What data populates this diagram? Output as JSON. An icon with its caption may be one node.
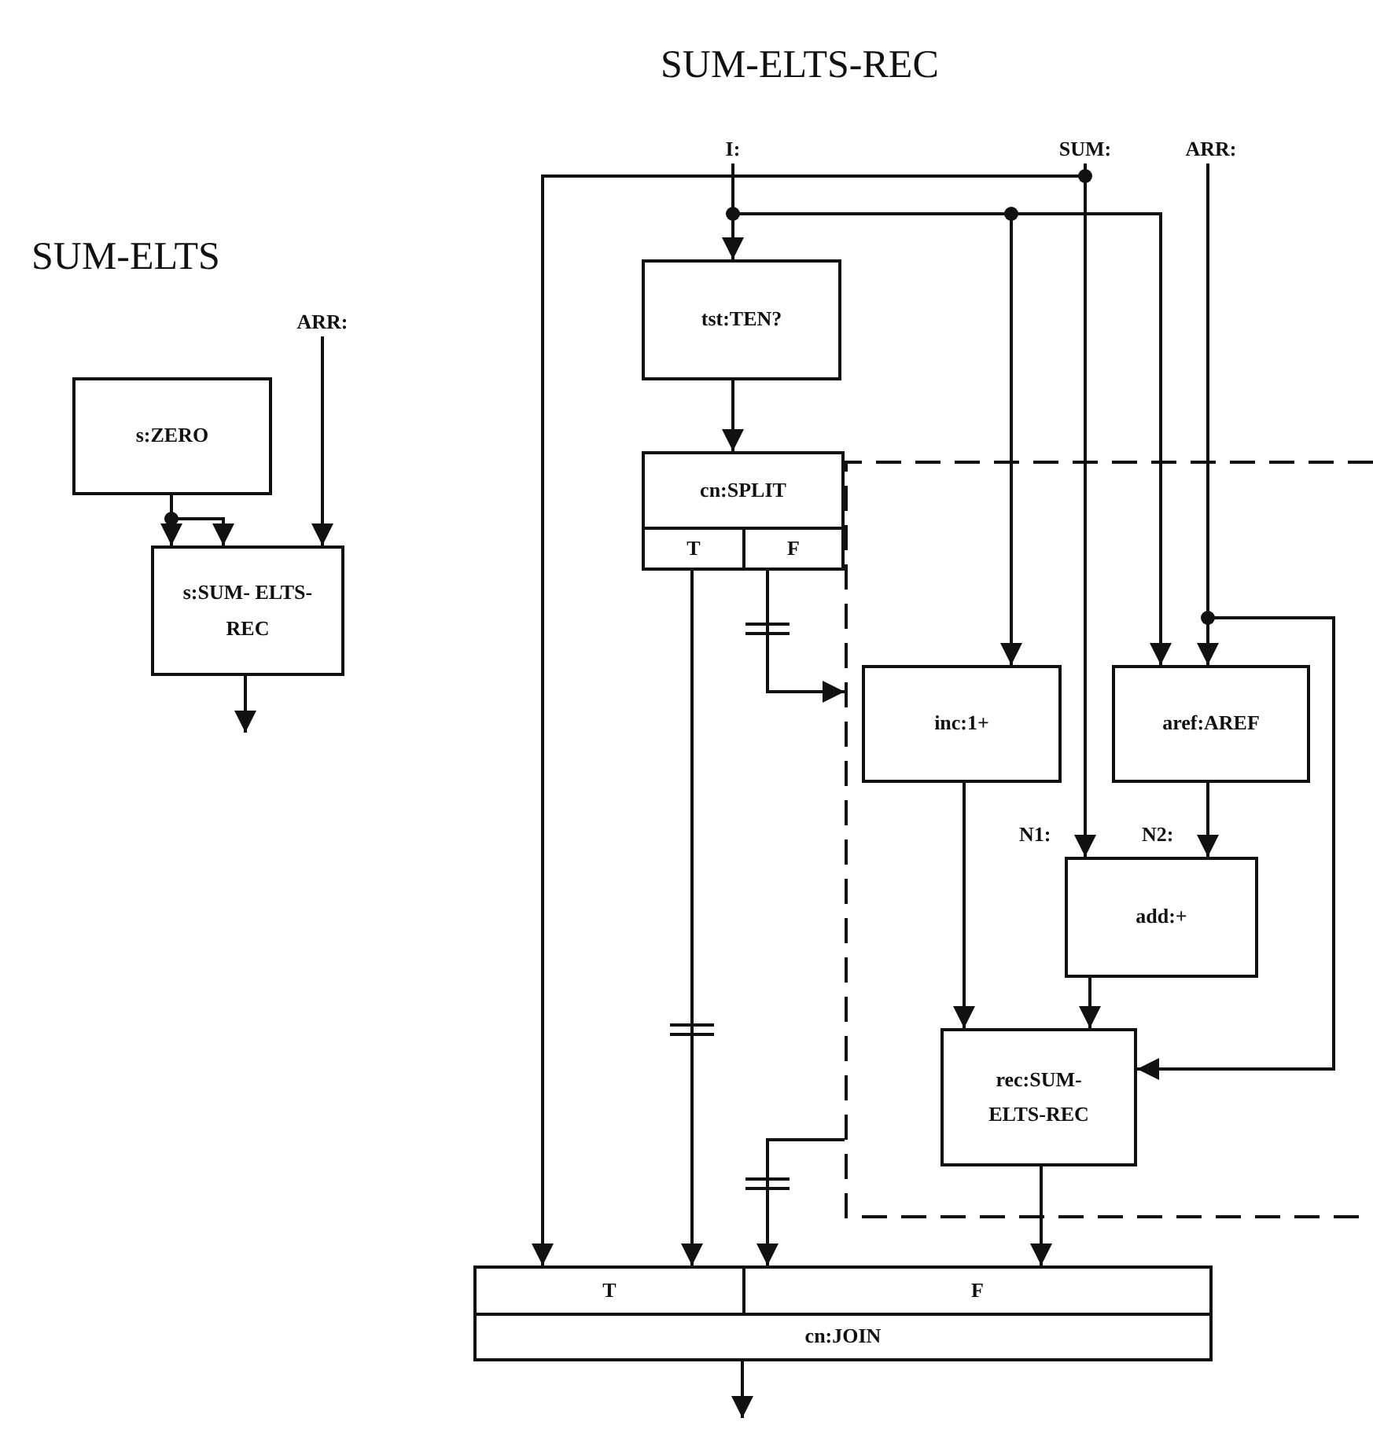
{
  "diagram": {
    "title": "SUM-ELTS-REC",
    "nodes": [
      {
        "text": [
          "ARR:"
        ]
      },
      {
        "text": [
          "s:ZERO"
        ]
      },
      {
        "text": [
          "s:SUM- ELTS-REC"
        ]
      },
      {
        "text": [
          "I:"
        ]
      },
      {
        "text": [
          "SUM:"
        ]
      },
      {
        "text": [
          "ARR:"
        ]
      },
      {
        "text": [
          "tst:TEN?"
        ]
      },
      {
        "text": [
          "cn:SPLIT"
        ]
      },
      {
        "text": [
          "T"
        ],
        "in": 7
      },
      {
        "text": [
          "F"
        ],
        "in": 7
      },
      {
        "text": [],
        "shape": "box"
      },
      {
        "text": [
          "inc:1+"
        ],
        "in": 10
      },
      {
        "text": [
          "aref:AREF"
        ],
        "in": 10
      },
      {
        "text": [
          "add:+"
        ],
        "in": 10
      },
      {
        "text": [
          "rec:SUM- ELTS-REC"
        ],
        "in": 10
      },
      {
        "text": [
          "cn:JOIN"
        ]
      },
      {
        "text": [
          "T"
        ],
        "in": 15
      },
      {
        "text": [
          "F"
        ],
        "in": 15
      }
    ],
    "edges": [
      {
        "from": 1,
        "to": 2,
        "arrow": "to"
      },
      {
        "from": 1,
        "to": 2,
        "arrow": "to"
      },
      {
        "from": 0,
        "to": 2,
        "arrow": "to"
      },
      {
        "from": 2,
        "to": null,
        "arrow": "to"
      },
      {
        "from": 3,
        "to": 6,
        "arrow": "to"
      },
      {
        "from": 3,
        "to": 11,
        "arrow": "to"
      },
      {
        "from": 3,
        "to": 12,
        "arrow": "to"
      },
      {
        "from": 4,
        "to": 16,
        "arrow": "to"
      },
      {
        "from": 4,
        "to": 13,
        "arrow": "to"
      },
      {
        "from": 5,
        "to": 12,
        "arrow": "to"
      },
      {
        "from": 5,
        "to": 14,
        "arrow": "to"
      },
      {
        "from": 6,
        "to": 7,
        "arrow": "to"
      },
      {
        "from": 8,
        "to": 16,
        "arrow": "to"
      },
      {
        "from": 9,
        "to": 10,
        "arrow": "to"
      },
      {
        "from": 11,
        "to": 14,
        "arrow": "to"
      },
      {
        "from": 12,
        "to": 13,
        "arrow": "to"
      },
      {
        "from": 13,
        "to": 14,
        "arrow": "to"
      },
      {
        "from": 10,
        "to": 17,
        "arrow": "to"
      },
      {
        "from": 14,
        "to": 17,
        "arrow": "to"
      },
      {
        "from": 15,
        "to": null,
        "arrow": "to"
      }
    ],
    "labels": [
      "SUM-ELTS",
      "N1:",
      "N2:"
    ]
  }
}
